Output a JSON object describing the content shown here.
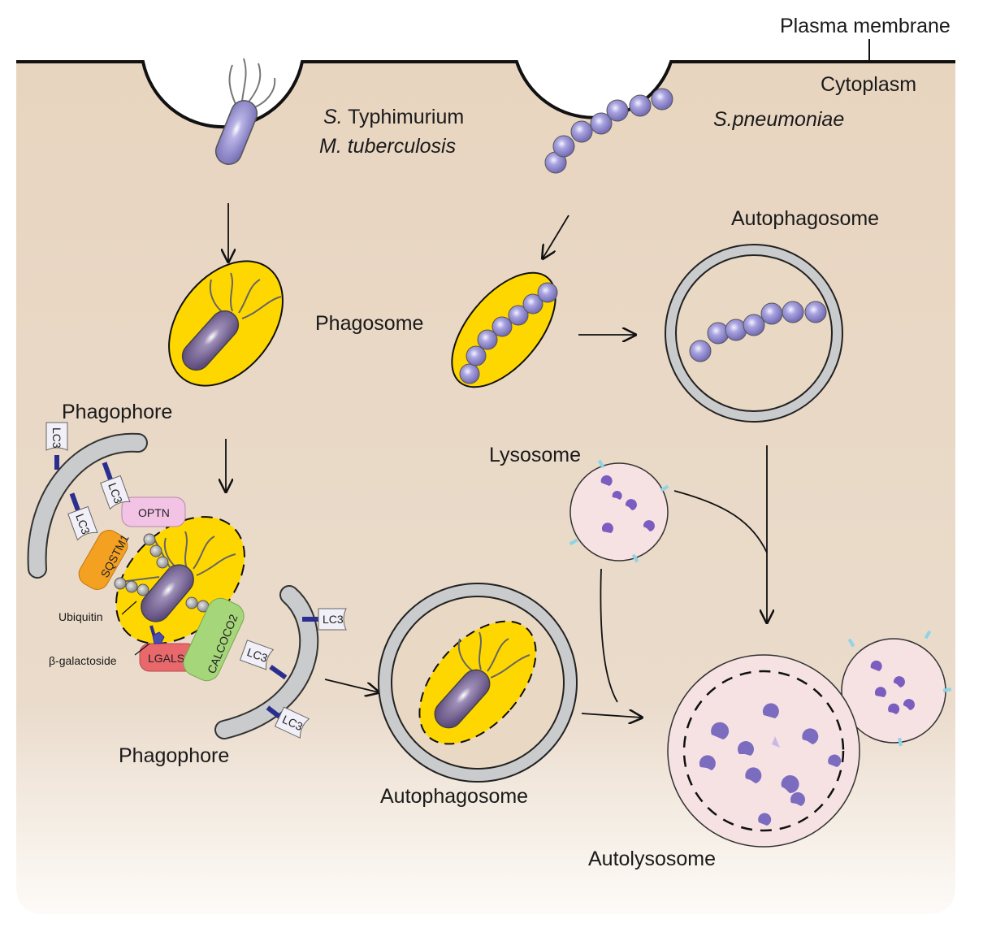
{
  "labels": {
    "plasma_membrane": "Plasma membrane",
    "cytoplasm": "Cytoplasm",
    "bacteria_left_1_italic": "S.",
    "bacteria_left_1_rest": " Typhimurium",
    "bacteria_left_2": "M. tuberculosis",
    "bacteria_right": "S.pneumoniae",
    "phagosome": "Phagosome",
    "autophagosome_top": "Autophagosome",
    "phagophore_top": "Phagophore",
    "lysosome": "Lysosome",
    "phagophore_bottom": "Phagophore",
    "autophagosome_bottom": "Autophagosome",
    "autolysosome": "Autolysosome",
    "ubiquitin": "Ubiquitin",
    "galactoside": "β-galactoside"
  },
  "proteins": {
    "lc3": "LC3",
    "optn": "OPTN",
    "sqstm1": "SQSTM1",
    "lgals8": "LGALS8",
    "calcoco2": "CALCOCO2"
  },
  "colors": {
    "cytoplasm_top": "#e8d5c0",
    "cytoplasm_bottom": "#fdfbf8",
    "phagosome_yellow": "#ffd700",
    "membrane_gray": "#c9cbcc",
    "bacterium_purple": "#8f88c8",
    "lysosome_pink": "#f6e2e2",
    "lysosome_cargo": "#7b5cc0",
    "lc3_linker": "#2a2f8f",
    "optn_pink": "#f3c3e6",
    "sqstm1_orange": "#f4a020",
    "lgals8_red": "#e8686b",
    "calcoco2_green": "#a6d67a"
  }
}
